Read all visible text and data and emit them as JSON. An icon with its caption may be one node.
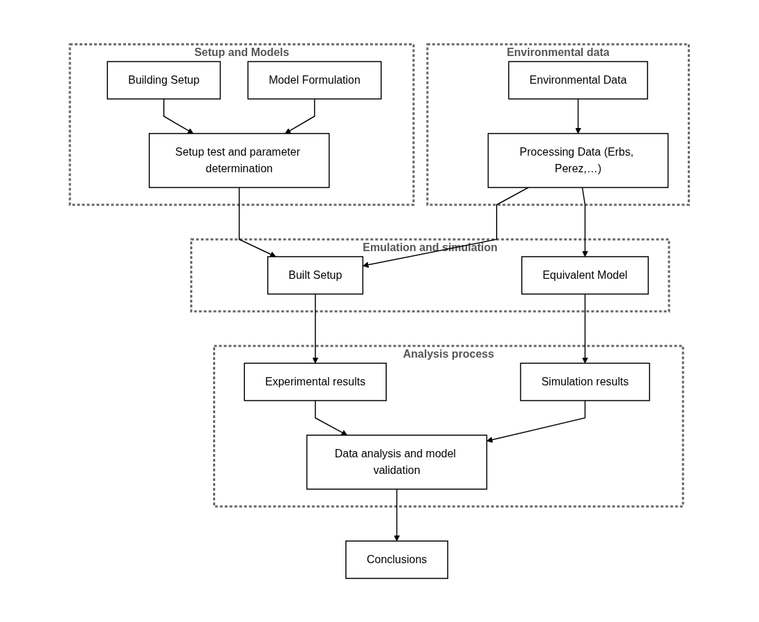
{
  "diagram": {
    "nodes": [
      {
        "text": [
          "Environmental data"
        ]
      },
      {
        "text": [
          "Environmental Data"
        ],
        "in": 0
      },
      {
        "text": [
          "Processing Data (Erbs, Perez,…)"
        ],
        "in": 0
      },
      {
        "text": [
          "Setup and Models"
        ]
      },
      {
        "text": [
          "Building Setup"
        ],
        "in": 3
      },
      {
        "text": [
          "Model Formulation"
        ],
        "in": 3
      },
      {
        "text": [
          "Setup test and parameter determination"
        ],
        "in": 3
      },
      {
        "text": [
          "Emulation and simulation"
        ]
      },
      {
        "text": [
          "Built Setup"
        ],
        "in": 7
      },
      {
        "text": [
          "Equivalent Model"
        ],
        "in": 7
      },
      {
        "text": [
          "Analysis process"
        ]
      },
      {
        "text": [
          "Experimental results"
        ],
        "in": 10
      },
      {
        "text": [
          "Simulation results"
        ],
        "in": 10
      },
      {
        "text": [
          "Data analysis and model validation"
        ],
        "in": 10
      },
      {
        "text": [
          "Conclusions"
        ]
      }
    ],
    "edges": [
      {
        "from": 1,
        "to": 2,
        "arrow": "to"
      },
      {
        "from": 2,
        "to": 8,
        "arrow": "to"
      },
      {
        "from": 2,
        "to": 9,
        "arrow": "to"
      },
      {
        "from": 4,
        "to": 6,
        "arrow": "to"
      },
      {
        "from": 5,
        "to": 6,
        "arrow": "to"
      },
      {
        "from": 6,
        "to": 8,
        "arrow": "to"
      },
      {
        "from": 8,
        "to": 11,
        "arrow": "to"
      },
      {
        "from": 9,
        "to": 12,
        "arrow": "to"
      },
      {
        "from": 11,
        "to": 13,
        "arrow": "to"
      },
      {
        "from": 12,
        "to": 13,
        "arrow": "to"
      },
      {
        "from": 13,
        "to": 14,
        "arrow": "to"
      }
    ]
  }
}
